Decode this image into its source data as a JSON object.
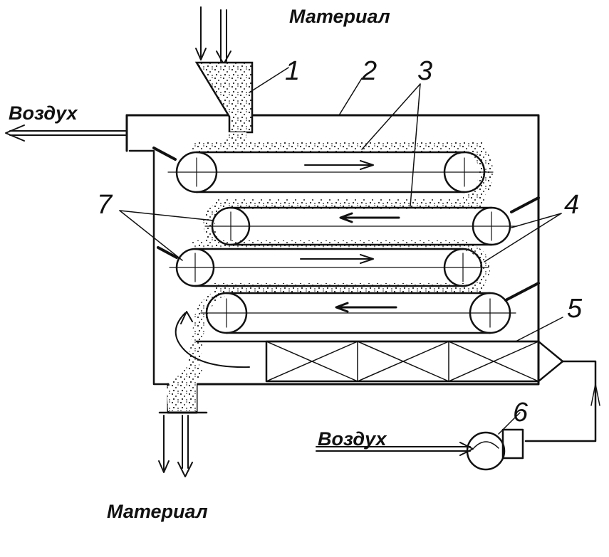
{
  "labels": {
    "material_in": "Материал",
    "material_out": "Материал",
    "air_out": "Воздух",
    "air_in": "Воздух",
    "n1": "1",
    "n2": "2",
    "n3": "3",
    "n4": "4",
    "n5": "5",
    "n6": "6",
    "n7": "7"
  }
}
